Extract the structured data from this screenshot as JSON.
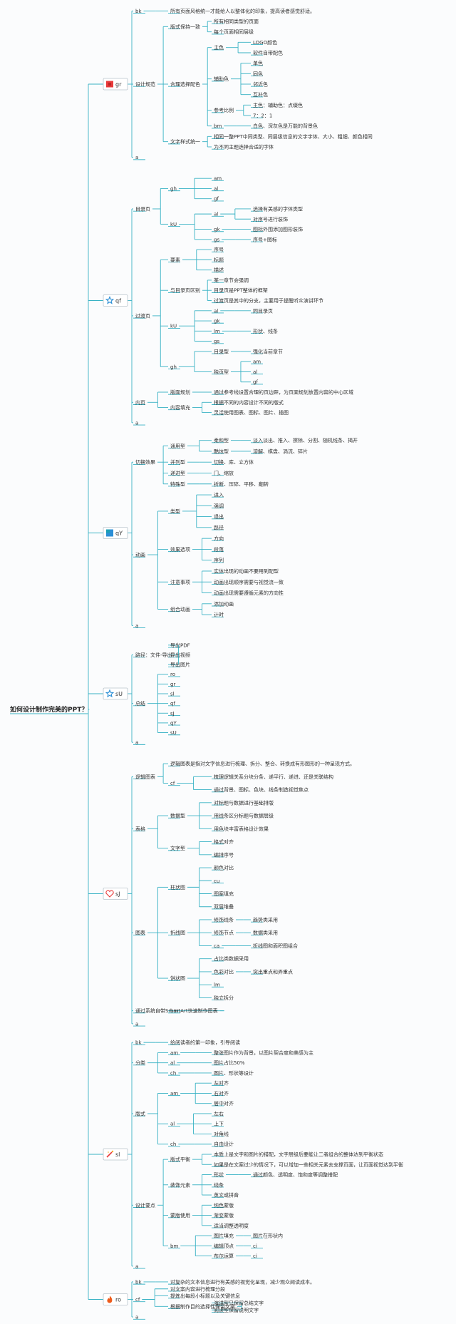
{
  "colors": {
    "line": "#38b2c4",
    "box_border": "#b9c4cc",
    "icon_red": "#e83a3a",
    "icon_blue": "#2b8fd6",
    "icon_green": "#2b9a3c",
    "icon_orange": "#ee5b1b"
  },
  "root": {
    "label": "如何设计制作完美的PPT？"
  },
  "branches": [
    {
      "id": "b1",
      "label": "gr",
      "icon": "red-flag-icon",
      "children": [
        {
          "label": "bk",
          "children": [
            {
              "label": "所有页面风格统一才能给人以整体化的印象，提高读者感觉舒适。"
            }
          ]
        },
        {
          "label": "设计规范",
          "children": [
            {
              "label": "版式保持一致",
              "children": [
                {
                  "label": "所有相同类型的页面"
                },
                {
                  "label": "每个页面相同层级"
                }
              ]
            },
            {
              "label": "合理选择配色",
              "children": [
                {
                  "label": "主色",
                  "children": [
                    {
                      "label": "LOGO颜色"
                    },
                    {
                      "label": "软件自带配色"
                    }
                  ]
                },
                {
                  "label": "辅助色",
                  "children": [
                    {
                      "label": "单色"
                    },
                    {
                      "label": "同色"
                    },
                    {
                      "label": "邻近色"
                    },
                    {
                      "label": "互补色"
                    }
                  ]
                },
                {
                  "label": "参考比例",
                  "children": [
                    {
                      "label": "主色：辅助色：点缀色"
                    },
                    {
                      "label": "7：2：1"
                    }
                  ]
                },
                {
                  "label": "bm",
                  "children": [
                    {
                      "label": "白色、深灰色是万能的背景色"
                    }
                  ]
                }
              ]
            },
            {
              "label": "文字样式统一",
              "children": [
                {
                  "label": "相同一整PPT中同类型、同层级信息的文字字体、大小、粗细、颜色相同"
                },
                {
                  "label": "为不同主题选择合适的字体"
                }
              ]
            }
          ]
        },
        {
          "label": "a"
        }
      ]
    },
    {
      "id": "b2",
      "label": "qf",
      "icon": "blue-star-icon",
      "children": [
        {
          "label": "目录页",
          "children": [
            {
              "label": "gh",
              "children": [
                {
                  "label": "am"
                },
                {
                  "label": "al"
                },
                {
                  "label": "gf"
                }
              ]
            },
            {
              "label": "kU",
              "children": [
                {
                  "label": "al",
                  "children": [
                    {
                      "label": "选择有美感的字体类型"
                    },
                    {
                      "label": "对序号进行装饰"
                    }
                  ]
                },
                {
                  "label": "gk",
                  "children": [
                    {
                      "label": "图标外围添加图形装饰"
                    }
                  ]
                },
                {
                  "label": "gs",
                  "children": [
                    {
                      "label": "序号+图标"
                    }
                  ]
                }
              ]
            }
          ]
        },
        {
          "label": "过渡页",
          "children": [
            {
              "label": "要素",
              "children": [
                {
                  "label": "序号"
                },
                {
                  "label": "标题"
                },
                {
                  "label": "描述"
                }
              ]
            },
            {
              "label": "与目录页区别",
              "children": [
                {
                  "label": "某一章节会强调"
                },
                {
                  "label": "目录页是PPT整体的框架"
                },
                {
                  "label": "过渡页是其中的分支，主要用于提醒听众演讲环节"
                }
              ]
            },
            {
              "label": "kU",
              "children": [
                {
                  "label": "al",
                  "children": [
                    {
                      "label": "同目录页"
                    }
                  ]
                },
                {
                  "label": "gk"
                },
                {
                  "label": "lm",
                  "children": [
                    {
                      "label": "形状、线条"
                    }
                  ]
                },
                {
                  "label": "gs"
                }
              ]
            },
            {
              "label": "gh",
              "children": [
                {
                  "label": "目录型",
                  "children": [
                    {
                      "label": "强化当前章节"
                    }
                  ]
                },
                {
                  "label": "独页型",
                  "children": [
                    {
                      "label": "am"
                    },
                    {
                      "label": "al"
                    },
                    {
                      "label": "gf"
                    }
                  ]
                }
              ]
            }
          ]
        },
        {
          "label": "内页",
          "children": [
            {
              "label": "版面规划",
              "children": [
                {
                  "label": "通过参考线设置合理的页边距，为页面规划放置内容的中心区域"
                }
              ]
            },
            {
              "label": "内容填充",
              "children": [
                {
                  "label": "根据不同的内容设计不同的版式"
                },
                {
                  "label": "灵活使用图表、图标、图片、插图"
                }
              ]
            }
          ]
        },
        {
          "label": "a"
        }
      ]
    },
    {
      "id": "b3",
      "label": "qY",
      "icon": "blue-square-icon",
      "children": [
        {
          "label": "切换效果",
          "children": [
            {
              "label": "通用型",
              "children": [
                {
                  "label": "柔和型",
                  "children": [
                    {
                      "label": "淡入淡出、推入、擦除、分割、随机线条、揭开"
                    }
                  ]
                },
                {
                  "label": "酷炫型",
                  "children": [
                    {
                      "label": "溶解、棋盘、涡流、碎片"
                    }
                  ]
                }
              ]
            },
            {
              "label": "并列型",
              "children": [
                {
                  "label": "切换、库、立方体"
                }
              ]
            },
            {
              "label": "递进型",
              "children": [
                {
                  "label": "门、缩放"
                }
              ]
            },
            {
              "label": "特殊型",
              "children": [
                {
                  "label": "折断、压碎、平移、翻转"
                }
              ]
            }
          ]
        },
        {
          "label": "动画",
          "children": [
            {
              "label": "类型",
              "children": [
                {
                  "label": "进入"
                },
                {
                  "label": "强调"
                },
                {
                  "label": "退出"
                },
                {
                  "label": "路径"
                }
              ]
            },
            {
              "label": "效果选项",
              "children": [
                {
                  "label": "方向"
                },
                {
                  "label": "段落"
                },
                {
                  "label": "序列"
                }
              ]
            },
            {
              "label": "注意事项",
              "children": [
                {
                  "label": "实体出现的动画不要用到配型"
                },
                {
                  "label": "动画出现顺序需要与视觉流一致"
                },
                {
                  "label": "动画出现需要遵循元素的方向性"
                }
              ]
            },
            {
              "label": "组合动画",
              "children": [
                {
                  "label": "添加动画"
                },
                {
                  "label": "计时"
                }
              ]
            }
          ]
        },
        {
          "label": "a"
        }
      ]
    },
    {
      "id": "b4",
      "label": "sU",
      "icon": "blue-star-icon",
      "children": [
        {
          "label": "路径：文件-导出",
          "children": [
            {
              "label": "导出PDF"
            },
            {
              "label": "导出视频"
            },
            {
              "label": "导出图片"
            }
          ]
        },
        {
          "label": "总结",
          "children": [
            {
              "label": "ro"
            },
            {
              "label": "gr"
            },
            {
              "label": "sl"
            },
            {
              "label": "qf"
            },
            {
              "label": "sJ"
            },
            {
              "label": "qY"
            },
            {
              "label": "sU"
            }
          ]
        },
        {
          "label": "a"
        }
      ]
    },
    {
      "id": "b5",
      "label": "sJ",
      "icon": "red-heart-icon",
      "children": [
        {
          "label": "逻辑图表",
          "children": [
            {
              "label": "逻辑图表是指对文字信息进行梳理、拆分、整合、转换成有形图形的一种呈现方式。"
            },
            {
              "label": "cf",
              "children": [
                {
                  "label": "梳理逻辑关系分块分条、递平行、递进、还是关联结构"
                },
                {
                  "label": "通过背景、图标、色块、线条制造视觉焦点"
                }
              ]
            }
          ]
        },
        {
          "label": "表格",
          "children": [
            {
              "label": "数据型",
              "children": [
                {
                  "label": "对标题与数据进行基础排版"
                },
                {
                  "label": "用线条区分标题与数据层级"
                },
                {
                  "label": "用色块丰富表格设计效果"
                }
              ]
            },
            {
              "label": "文字型",
              "children": [
                {
                  "label": "格式对齐"
                },
                {
                  "label": "编排序号"
                }
              ]
            }
          ]
        },
        {
          "label": "图表",
          "children": [
            {
              "label": "柱状图",
              "children": [
                {
                  "label": "颜色对比"
                },
                {
                  "label": "cu"
                },
                {
                  "label": "图案填充"
                },
                {
                  "label": "双层堆叠"
                }
              ]
            },
            {
              "label": "折线图",
              "children": [
                {
                  "label": "修饰线条",
                  "children": [
                    {
                      "label": "趋势类采用"
                    }
                  ]
                },
                {
                  "label": "修饰节点",
                  "children": [
                    {
                      "label": "数据类采用"
                    }
                  ]
                },
                {
                  "label": "ca",
                  "children": [
                    {
                      "label": "折线图和面积图组合"
                    }
                  ]
                }
              ]
            },
            {
              "label": "饼状图",
              "children": [
                {
                  "label": "占比类数据采用"
                },
                {
                  "label": "色彩对比",
                  "children": [
                    {
                      "label": "突出重点和弄重点"
                    }
                  ]
                },
                {
                  "label": "lm"
                },
                {
                  "label": "独立拆分"
                }
              ]
            }
          ]
        },
        {
          "label": "通过系统自带SmartArt快速制作图表",
          "children": [
            {
              "label": "bm"
            }
          ]
        },
        {
          "label": "a"
        }
      ]
    },
    {
      "id": "b6",
      "label": "sl",
      "icon": "magic-wand-icon",
      "children": [
        {
          "label": "bk",
          "children": [
            {
              "label": "给阅读者的第一印象，引导阅读"
            }
          ]
        },
        {
          "label": "分类",
          "children": [
            {
              "label": "am",
              "children": [
                {
                  "label": "整张图片作为背景，以图片契合度和美感为主"
                }
              ]
            },
            {
              "label": "al",
              "children": [
                {
                  "label": "图片占比50%"
                }
              ]
            },
            {
              "label": "ch",
              "children": [
                {
                  "label": "图片、形状等设计"
                }
              ]
            }
          ]
        },
        {
          "label": "版式",
          "children": [
            {
              "label": "am",
              "children": [
                {
                  "label": "左对齐"
                },
                {
                  "label": "右对齐"
                },
                {
                  "label": "居中对齐"
                }
              ]
            },
            {
              "label": "al",
              "children": [
                {
                  "label": "左右"
                },
                {
                  "label": "上下"
                },
                {
                  "label": "对角线"
                }
              ]
            },
            {
              "label": "ch",
              "children": [
                {
                  "label": "自由设计"
                }
              ]
            }
          ]
        },
        {
          "label": "设计要点",
          "children": [
            {
              "label": "版式平衡",
              "children": [
                {
                  "label": "本质上是文字和图片的搭配，文字层级后要能让二者组合的整体达到平衡状态"
                },
                {
                  "label": "如果是在文案过少的情况下，可以增加一些相关元素去支撑页面，让页面视觉达到平衡"
                }
              ]
            },
            {
              "label": "装饰元素",
              "children": [
                {
                  "label": "形状",
                  "children": [
                    {
                      "label": "通过颜色、透明度、饱和度等调整搭配"
                    }
                  ]
                },
                {
                  "label": "线条"
                },
                {
                  "label": "英文或拼音"
                }
              ]
            },
            {
              "label": "蒙版使用",
              "children": [
                {
                  "label": "纯色蒙版"
                },
                {
                  "label": "渐变蒙版"
                },
                {
                  "label": "适当调整透明度"
                }
              ]
            },
            {
              "label": "bm",
              "children": [
                {
                  "label": "图片填充",
                  "children": [
                    {
                      "label": "图片在形状内"
                    }
                  ]
                },
                {
                  "label": "编辑顶点",
                  "children": [
                    {
                      "label": "ci"
                    }
                  ]
                },
                {
                  "label": "布尔运算",
                  "children": [
                    {
                      "label": "ci"
                    }
                  ]
                }
              ]
            }
          ]
        },
        {
          "label": "a"
        }
      ]
    },
    {
      "id": "b7",
      "label": "ro",
      "icon": "fire-icon",
      "children": [
        {
          "label": "bk",
          "children": [
            {
              "label": "对复杂的文本信息进行有美感的视觉化呈现，减少观众阅读成本。"
            }
          ]
        },
        {
          "label": "cf",
          "children": [
            {
              "label": "对文案内容进行梳理分段"
            },
            {
              "label": "提炼出每段小标题以及关键信息"
            },
            {
              "label": "根据制作目的选择性保留文案",
              "children": [
                {
                  "label": "演讲型只保留总结文字"
                },
                {
                  "label": "阅读型保留说明文字"
                }
              ]
            }
          ]
        },
        {
          "label": "a"
        }
      ]
    }
  ]
}
